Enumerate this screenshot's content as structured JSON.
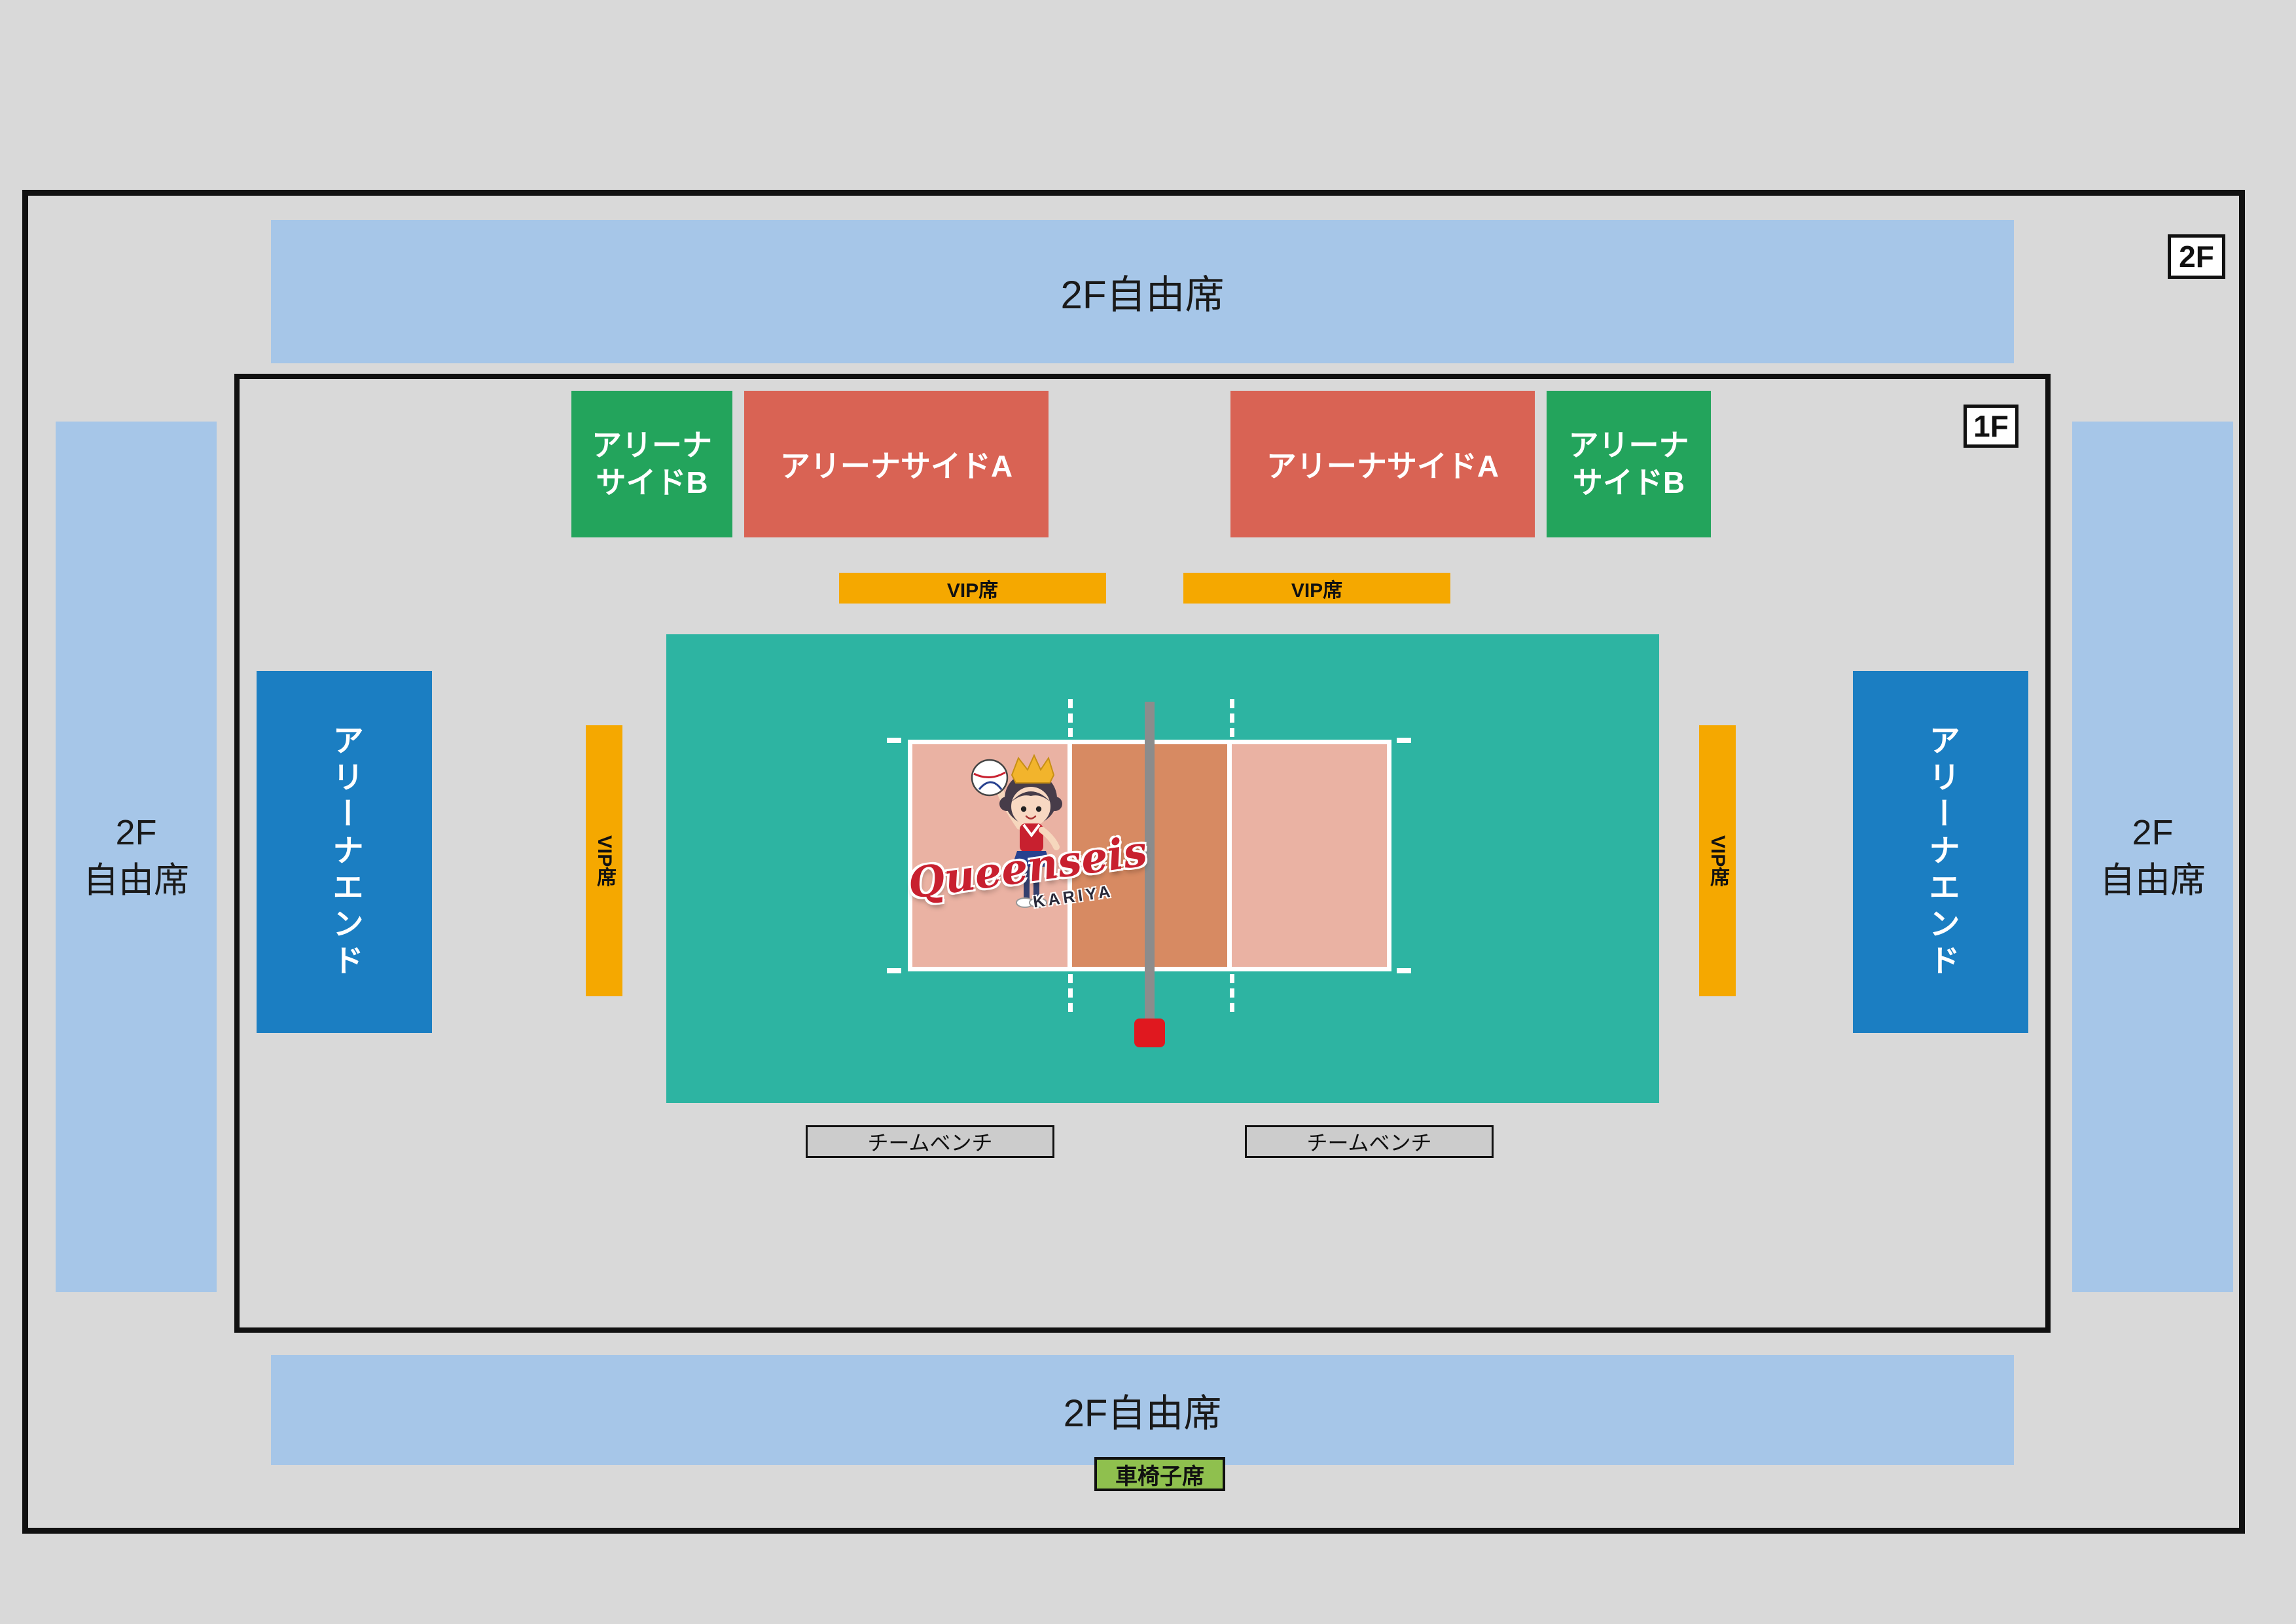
{
  "colors": {
    "bg": "#d9d9d9",
    "stand_blue": "#a6c6e8",
    "side_a_red": "#d96354",
    "side_b_green": "#23a45c",
    "vip_orange": "#f5a800",
    "court_teal": "#2db4a2",
    "court_light": "#eab2a3",
    "court_dark": "#d78a62",
    "end_blue": "#1b7ec2",
    "bench_gray": "#cccccc",
    "wheelchair_green": "#8fc04e",
    "net_gray": "#8c8c8c",
    "net_base_red": "#e0181f",
    "logo_red": "#c8202f"
  },
  "badges": {
    "floor2": "2F",
    "floor1": "1F"
  },
  "stands": {
    "top": "2F自由席",
    "bottom": "2F自由席",
    "left_line1": "2F",
    "left_line2": "自由席",
    "right_line1": "2F",
    "right_line2": "自由席"
  },
  "arena": {
    "side_b_line1": "アリーナ",
    "side_b_line2": "サイドB",
    "side_a": "アリーナサイドA",
    "vip": "VIP席",
    "end_left": "アリーナエンド",
    "end_right": "アリーナエンド",
    "bench_left": "チームベンチ",
    "bench_right": "チームベンチ",
    "wheelchair": "車椅子席"
  },
  "logo": {
    "name": "Queenseis",
    "sub": "KARIYA"
  }
}
